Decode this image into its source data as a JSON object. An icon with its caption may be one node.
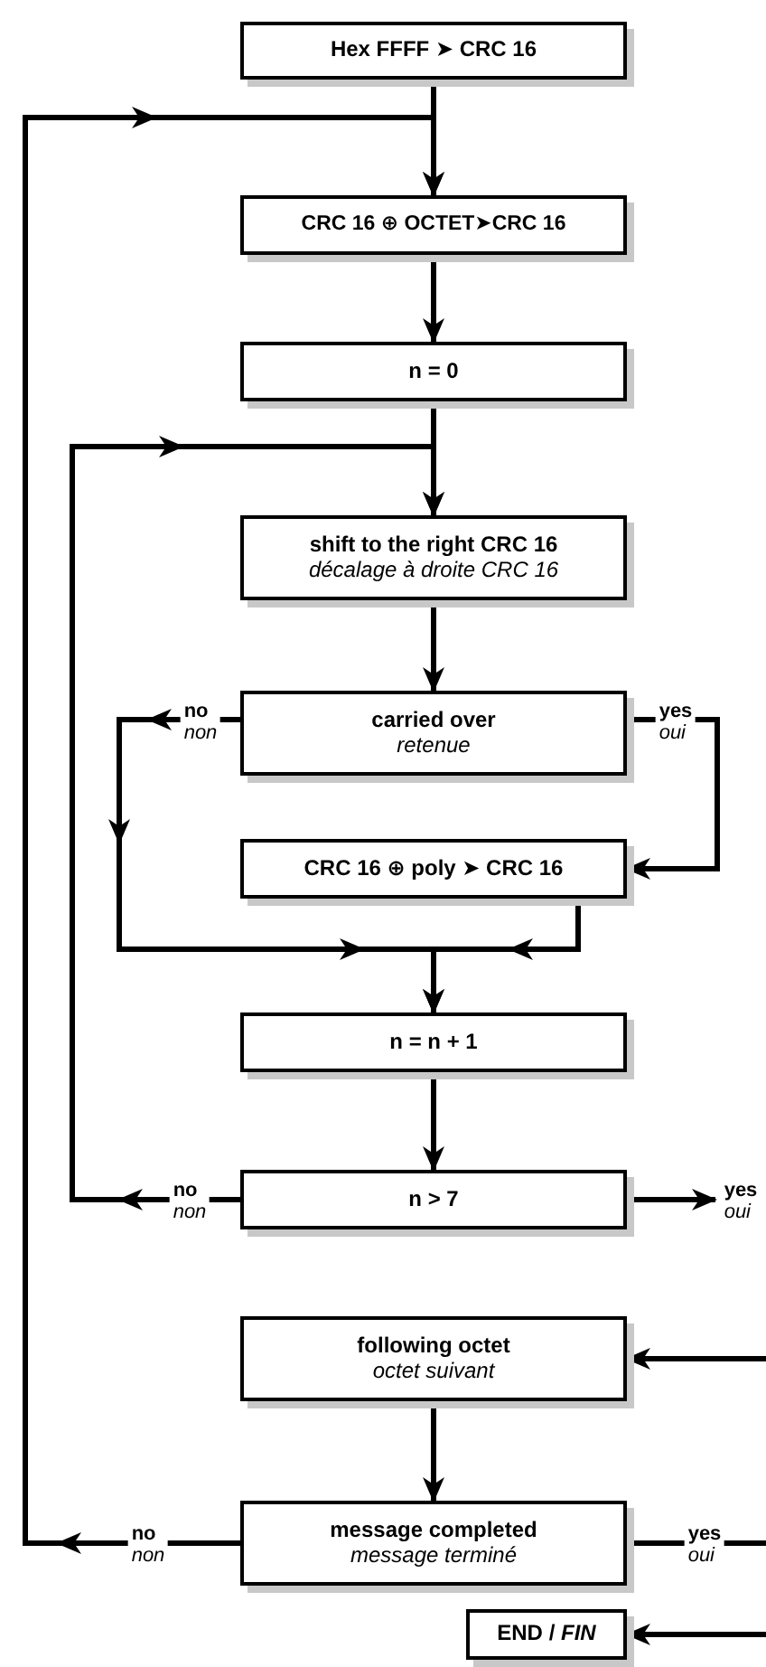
{
  "diagram": {
    "nodes": [
      {
        "text": [
          "Hex FFFF ➤ CRC 16"
        ]
      },
      {
        "text": [
          "CRC 16 ⊕ OCTET➤CRC 16"
        ]
      },
      {
        "text": [
          "n = 0"
        ]
      },
      {
        "text": [
          "shift to the right CRC 16",
          "décalage à droite CRC 16"
        ]
      },
      {
        "text": [
          "carried over",
          "retenue"
        ]
      },
      {
        "text": [
          "CRC 16 ⊕ poly ➤ CRC 16"
        ]
      },
      {
        "text": [
          "n = n + 1"
        ]
      },
      {
        "text": [
          "n > 7"
        ]
      },
      {
        "text": [
          "following octet",
          "octet suivant"
        ]
      },
      {
        "text": [
          "message completed",
          "message terminé"
        ]
      },
      {
        "text": [
          "**END** / *FIN*"
        ]
      }
    ],
    "edges": [
      {
        "from": 0,
        "to": 1,
        "arrow": "to"
      },
      {
        "from": 1,
        "to": 2,
        "arrow": "to"
      },
      {
        "from": 2,
        "to": 3,
        "arrow": "to"
      },
      {
        "from": 3,
        "to": 4,
        "arrow": "to"
      },
      {
        "from": 4,
        "to": 5,
        "arrow": "to",
        "label": "**yes** *oui*"
      },
      {
        "from": 4,
        "to": 6,
        "arrow": "to",
        "label": "**no** *non*"
      },
      {
        "from": 5,
        "to": 6,
        "arrow": "to"
      },
      {
        "from": 6,
        "to": 7,
        "arrow": "to"
      },
      {
        "from": 7,
        "to": 3,
        "arrow": "to",
        "label": "**no** *non*"
      },
      {
        "from": 7,
        "to": null,
        "arrow": "to",
        "label": "**yes** *oui*"
      },
      {
        "from": null,
        "to": 8,
        "arrow": "to"
      },
      {
        "from": 8,
        "to": 9,
        "arrow": "to"
      },
      {
        "from": 9,
        "to": 1,
        "arrow": "to",
        "label": "**no** *non*"
      },
      {
        "from": 9,
        "to": null,
        "arrow": "none",
        "label": "**yes** *oui*"
      },
      {
        "from": null,
        "to": 10,
        "arrow": "to"
      }
    ]
  }
}
